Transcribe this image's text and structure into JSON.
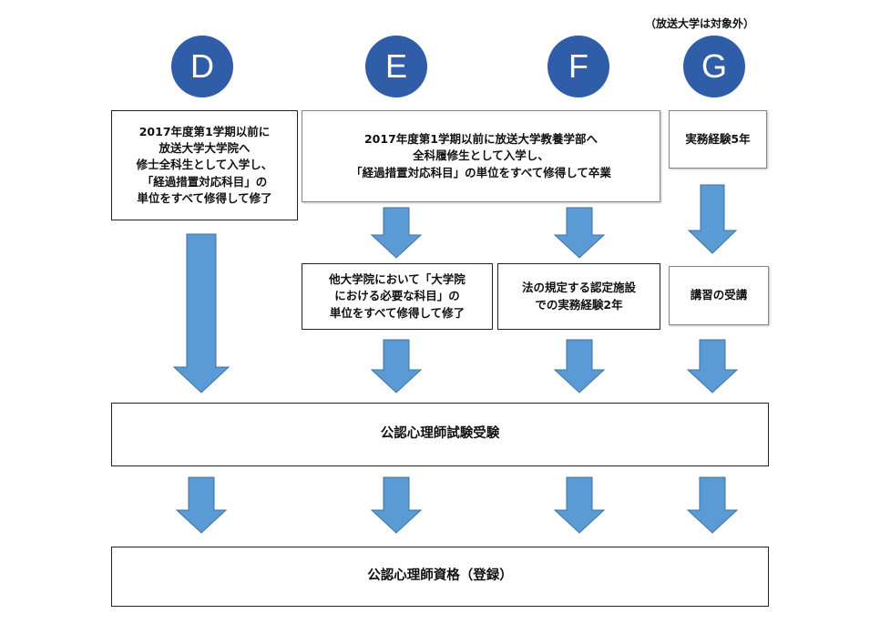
{
  "note_g": "（放送大学は対象外）",
  "circles": {
    "d": "D",
    "e": "E",
    "f": "F",
    "g": "G"
  },
  "boxes": {
    "d_req": "2017年度第1学期以前に\n放送大学大学院へ\n修士全科生として入学し、\n「経過措置対応科目」の\n単位をすべて修得して修了",
    "ef_req": "2017年度第1学期以前に放送大学教養学部へ\n全科履修生として入学し、\n「経過措置対応科目」の単位をすべて修得して卒業",
    "g_req": "実務経験5年",
    "e_grad": "他大学院において「大学院\nにおける必要な科目」の\n単位をすべて修得して修了",
    "f_work": "法の規定する認定施設\nでの実務経験2年",
    "g_course": "講習の受講",
    "exam": "公認心理師試験受験",
    "qualification": "公認心理師資格（登録）"
  },
  "colors": {
    "circle": "#2f5da8",
    "arrow": "#5b9bd5",
    "arrow_stroke": "#41719c"
  }
}
